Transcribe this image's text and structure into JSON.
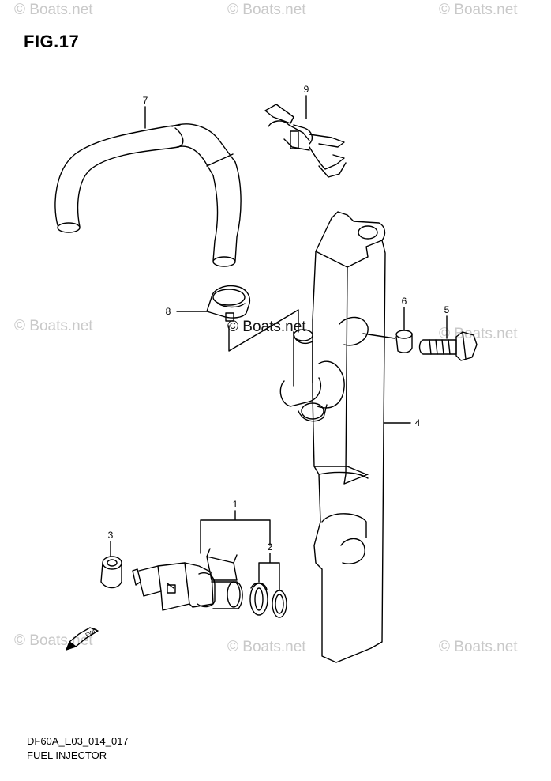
{
  "figure": {
    "title": "FIG.17",
    "drawing_code": "DF60A_E03_014_017",
    "drawing_name": "FUEL INJECTOR"
  },
  "watermark": {
    "text": "© Boats.net"
  },
  "callouts": [
    {
      "id": "1",
      "label": "1"
    },
    {
      "id": "2",
      "label": "2"
    },
    {
      "id": "3",
      "label": "3"
    },
    {
      "id": "4",
      "label": "4"
    },
    {
      "id": "5",
      "label": "5"
    },
    {
      "id": "6",
      "label": "6"
    },
    {
      "id": "7",
      "label": "7"
    },
    {
      "id": "8",
      "label": "8"
    },
    {
      "id": "9",
      "label": "9"
    }
  ],
  "direction_arrow": {
    "text": "FWD"
  }
}
